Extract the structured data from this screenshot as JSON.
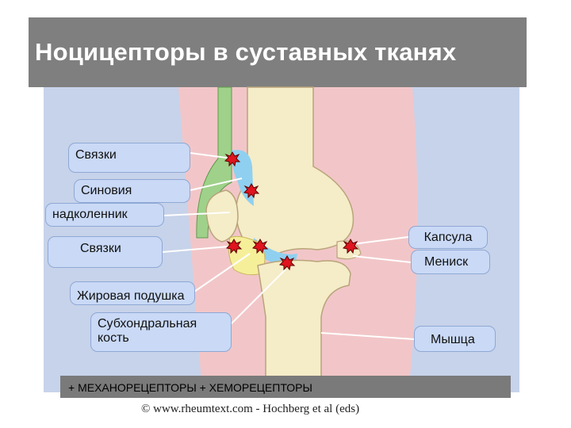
{
  "title": "Ноцицепторы в  суставных тканях",
  "labels": {
    "ligaments_top": "Связки",
    "synovium": "Синовия",
    "patella": "надколенник",
    "ligaments_bottom": "Связки",
    "fat_pad": "Жировая подушка",
    "subchondral": "Субхондральная\nкость",
    "capsule": "Капсула",
    "meniscus": "Мениск",
    "muscle": "Мышца"
  },
  "legend": "+ МЕХАНОРЕЦЕПТОРЫ  + ХЕМОРЕЦЕПТОРЫ",
  "credit": "© www.rheumtext.com - Hochberg et al (eds)",
  "colors": {
    "title_bg": "#7f7f7f",
    "diagram_bg": "#c7d3ea",
    "skin": "#f2c6c8",
    "bone": "#f5ecc8",
    "synovium": "#8fd0f0",
    "tendon": "#9fd18a",
    "fat_pad": "#f6ef9a",
    "receptor": "#e0141e",
    "label_bg": "#c9d9f6"
  }
}
